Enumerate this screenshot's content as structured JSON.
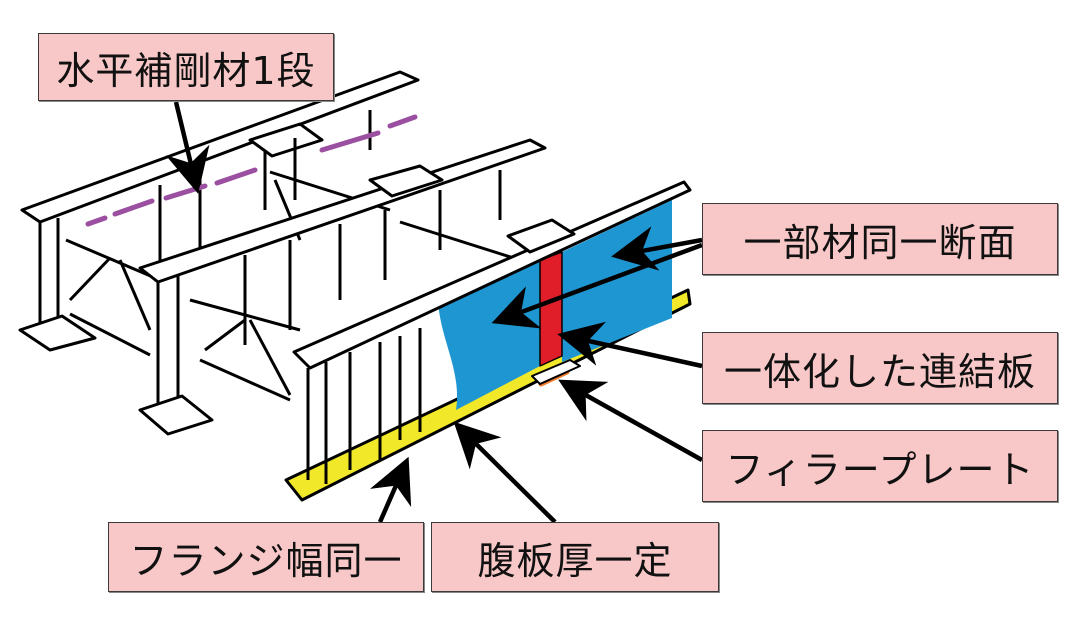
{
  "diagram": {
    "description": "Isometric view of steel plate girder bridge with cross frames",
    "colors": {
      "label_fill": "#f8c8c8",
      "web_panel": "#1e96d2",
      "splice_plate": "#e01e2a",
      "bottom_flange": "#f2e82a",
      "filler_plate": "#f07828",
      "horizontal_stiffener": "#9b4fa0",
      "arrow": "#000000"
    },
    "labels": {
      "horizontal_stiffener": "水平補剛材1段",
      "same_section": "一部材同一断面",
      "integrated_splice_plate": "一体化した連結板",
      "filler_plate": "フィラープレート",
      "same_flange_width": "フランジ幅同一",
      "constant_web_thickness": "腹板厚一定"
    }
  }
}
